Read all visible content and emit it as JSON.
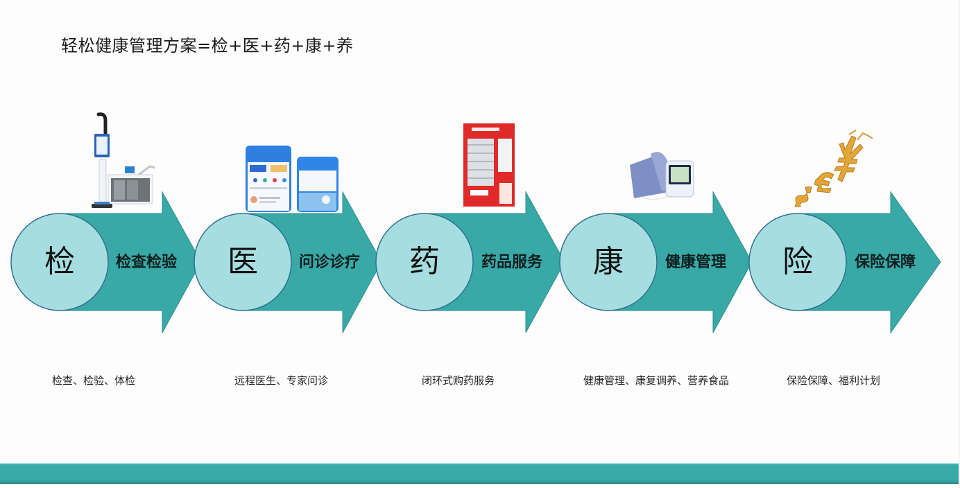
{
  "title": "轻松健康管理方案=检+医+药+康+养",
  "colors": {
    "arrow": "#38a9a6",
    "arrow_stroke": "#2c8f8c",
    "circle": "#a6dde0",
    "circle_stroke": "#2f6f90",
    "band": "#3aabaa"
  },
  "steps": [
    {
      "char": "检",
      "label": "检查检验",
      "caption": "检查、检验、体检",
      "image": "health-check-kiosk"
    },
    {
      "char": "医",
      "label": "问诊诊疗",
      "caption": "远程医生、专家问诊",
      "image": "telemedicine-app-screens"
    },
    {
      "char": "药",
      "label": "药品服务",
      "caption": "闭环式购药服务",
      "image": "medicine-vending-machine"
    },
    {
      "char": "康",
      "label": "健康管理",
      "caption": "健康管理、康复调养、营养食品",
      "image": "sleep-monitor-device"
    },
    {
      "char": "险",
      "label": "保险保障",
      "caption": "保险保障、福利计划",
      "image": "gold-currency-symbols"
    }
  ]
}
